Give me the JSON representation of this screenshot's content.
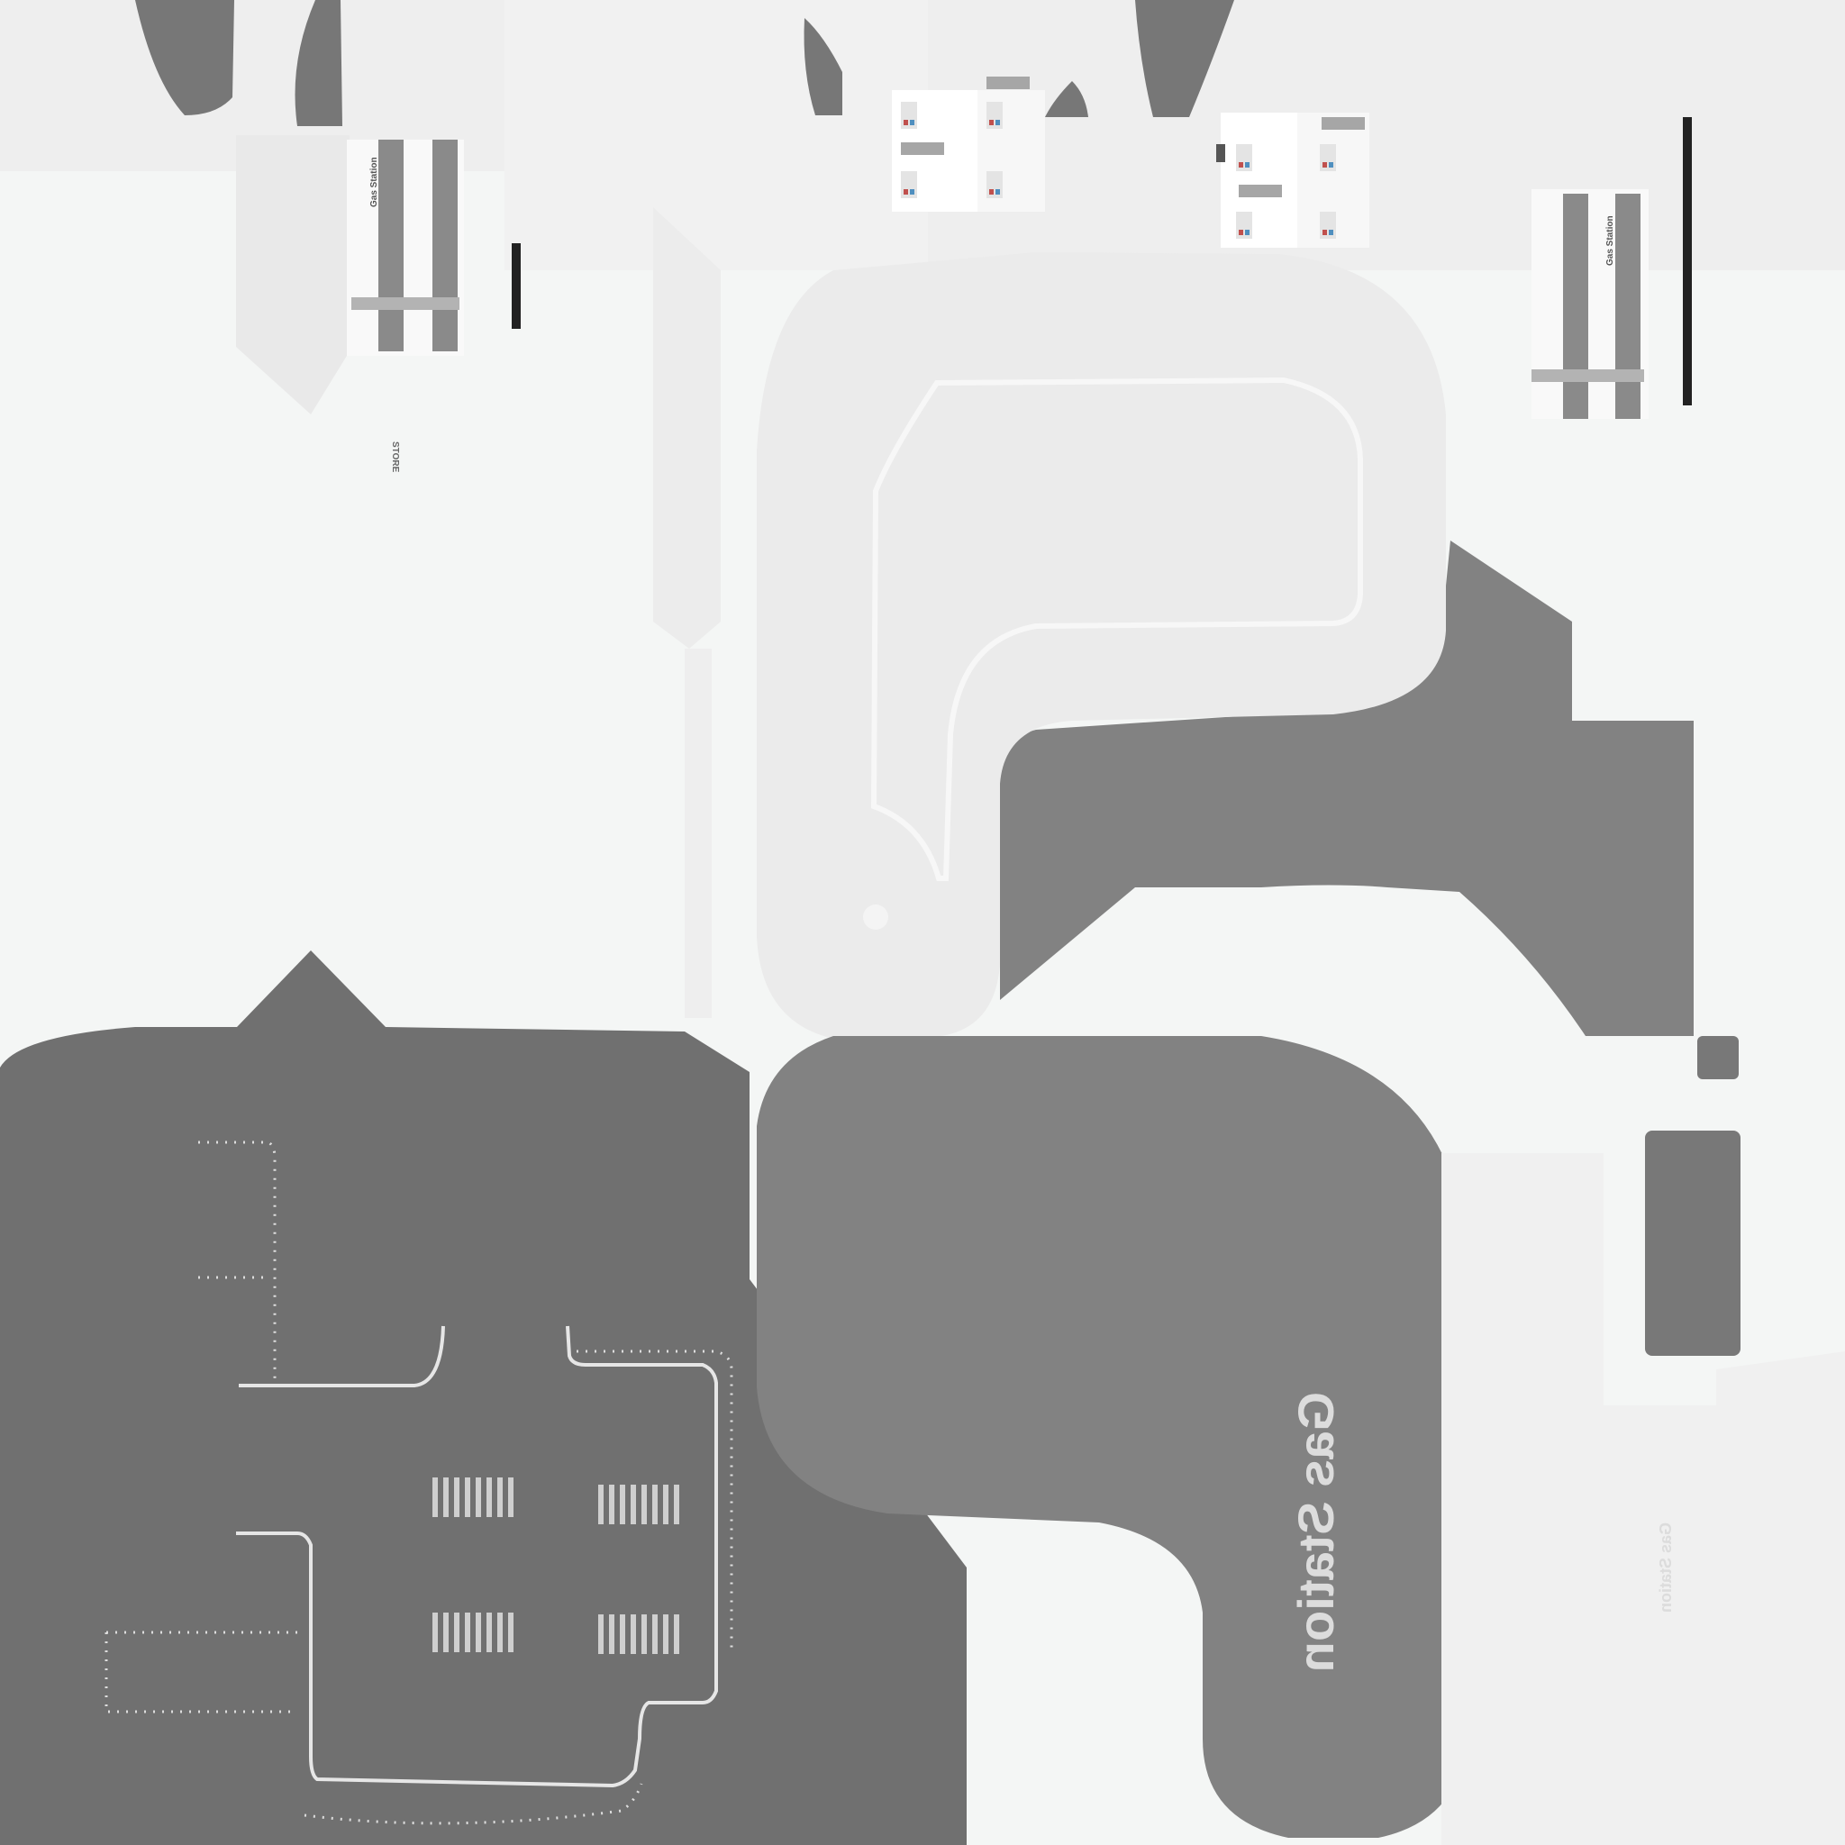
{
  "texture": {
    "colors": {
      "background": "#f4f6f5",
      "asphalt_dark": "#707070",
      "asphalt_mid": "#828282",
      "concrete": "#ebebeb",
      "paint": "#e6e6e6",
      "stripe": "#8a8a8a"
    },
    "canopy_label_left": "Gas Station",
    "canopy_label_right": "Gas Station",
    "store_label_mirrored": "STORE",
    "pad_lettering_large": "Gas Station",
    "pad_lettering_small": "Gas Station",
    "pump_sign_count": 8,
    "crosswalk_block_count": 4
  }
}
